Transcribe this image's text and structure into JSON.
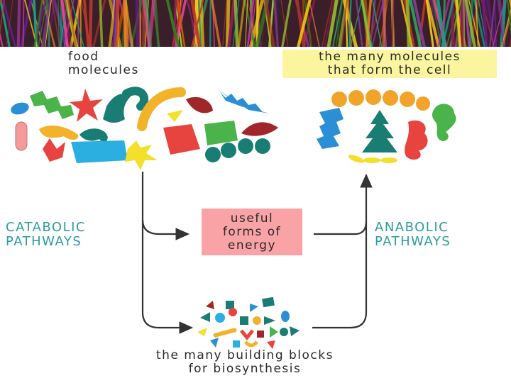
{
  "labels": {
    "food": "food\nmolecules",
    "cell": "the many molecules\nthat form the cell",
    "catabolic": "CATABOLIC\nPATHWAYS",
    "anabolic": "ANABOLIC\nPATHWAYS",
    "energy": "useful\nforms of\nenergy",
    "blocks": "the many building blocks\nfor biosynthesis"
  },
  "colors": {
    "pathway_text": "#2a9c9c",
    "cell_box": "#fbf5a0",
    "energy_box": "#f9a3a6",
    "arrow": "#333333"
  }
}
